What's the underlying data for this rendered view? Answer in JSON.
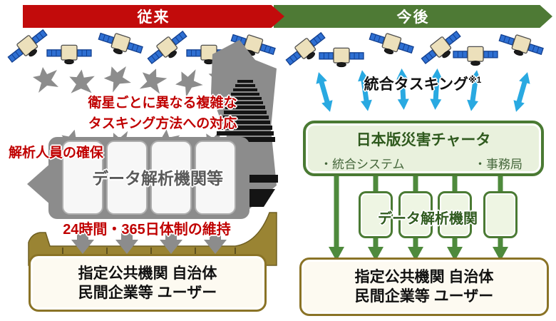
{
  "header": {
    "conventional_label": "従来",
    "future_label": "今後"
  },
  "left": {
    "issue_tasking": "衛星ごとに異なる複雑な\nタスキング方法への対応",
    "issue_staffing": "解析人員の確保",
    "analysis_org_label": "データ解析機関等",
    "issue_247": "24時間・365日体制の維持",
    "users_label": "指定公共機関 自治体\n民間企業等 ユーザー"
  },
  "right": {
    "tasking_label": "統合タスキング",
    "tasking_note": "※1",
    "charter": {
      "title": "日本版災害チャータ",
      "items": [
        "・統合システム",
        "・事務局"
      ]
    },
    "analysis_org_label": "データ解析機関",
    "users_label": "指定公共機関 自治体\n民間企業等 ユーザー"
  },
  "colors": {
    "conventional_banner": "#c20b0b",
    "future_banner": "#4e7a35",
    "issue_text": "#c00000",
    "cyan_arrow": "#29a9e1",
    "green_arrow": "#4e8a3c",
    "charter_border": "#4a7a33",
    "gold_basin": "#9a8433",
    "user_box_border": "#8a7326",
    "gray_art": "#8c8c8c"
  }
}
